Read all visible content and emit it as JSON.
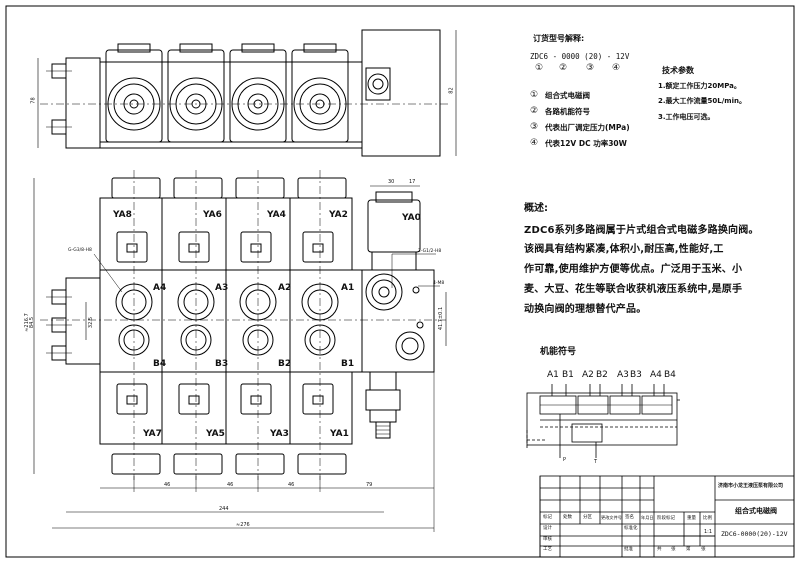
{
  "order_code": {
    "heading": "订货型号解释:",
    "code": "ZDC6 - 0000 (20) - 12V",
    "markers": [
      "①",
      "②",
      "③",
      "④"
    ],
    "items": [
      {
        "num": "①",
        "text": "组合式电磁阀"
      },
      {
        "num": "②",
        "text": "各路机能符号"
      },
      {
        "num": "③",
        "text": "代表出厂调定压力(MPa)"
      },
      {
        "num": "④",
        "text": "代表12V DC 功率30W"
      }
    ]
  },
  "tech_params": {
    "heading": "技术参数",
    "items": [
      "1.额定工作压力20MPa。",
      "2.最大工作流量50L/min。",
      "3.工作电压可选。"
    ]
  },
  "overview": {
    "heading": "概述:",
    "lines": [
      "ZDC6系列多路阀属于片式组合式电磁多路换向阀。",
      "该阀具有结构紧凑,体积小,耐压高,性能好,工",
      "作可靠,使用维护方便等优点。广泛用于玉米、小",
      "麦、大豆、花生等联合收获机液压系统中,是原手",
      "动换向阀的理想替代产品。"
    ]
  },
  "function_symbol": {
    "heading": "机能符号",
    "port_labels": [
      "A1",
      "B1",
      "A2",
      "B2",
      "A3",
      "B3",
      "A4",
      "B4"
    ],
    "p_label": "P",
    "t_label": "T"
  },
  "drawing": {
    "coil_labels_top": [
      "YA8",
      "YA6",
      "YA4",
      "YA2"
    ],
    "coil_labels_bottom": [
      "YA7",
      "YA5",
      "YA3",
      "YA1"
    ],
    "relief_coil_label": "YA0",
    "port_a_labels": [
      "A4",
      "A3",
      "A2",
      "A1"
    ],
    "port_b_labels": [
      "B4",
      "B3",
      "B2",
      "B1"
    ],
    "dims": {
      "top_height_left": "78",
      "top_height_right": "82",
      "front_total_height": "≈216.7",
      "front_height_inner": "84.5",
      "port_spacing": "32.5",
      "right_height": "41.7±0.1",
      "relief_w1": "30",
      "relief_w2": "17",
      "pitch_1": "46",
      "pitch_2": "46",
      "pitch_3": "46",
      "end_width": "79",
      "bolt_spacing": "244",
      "total_length": "≈276",
      "thread_left": "G-G3/8-H8",
      "thread_right": "2-G1/2-H8",
      "thread_mount": "4-M8"
    }
  },
  "title_block": {
    "company": "济南市小龙王液压泵有限公司",
    "product_name": "组合式电磁阀",
    "model": "ZDC6-0000(20)-12V",
    "scale": "1:1",
    "cells": [
      "标记",
      "处数",
      "分区",
      "更改文件号",
      "签名",
      "年月日",
      "设计",
      "标准化",
      "阶段标记",
      "重量",
      "比例",
      "审核",
      "工艺",
      "批准",
      "共",
      "张",
      "第",
      "张"
    ]
  }
}
